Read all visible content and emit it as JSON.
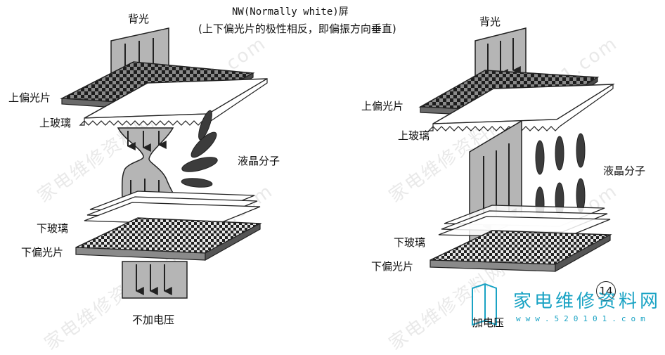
{
  "title_line1": "NW(Normally white)屏",
  "title_line2": "(上下偏光片的极性相反，即偏振方向垂直)",
  "left": {
    "backlight": "背光",
    "upper_polarizer": "上偏光片",
    "upper_glass": "上玻璃",
    "liquid_crystal": "液晶分子",
    "lower_glass": "下玻璃",
    "lower_polarizer": "下偏光片",
    "caption": "不加电压"
  },
  "right": {
    "backlight": "背光",
    "upper_polarizer": "上偏光片",
    "upper_glass": "上玻璃",
    "liquid_crystal": "液晶分子",
    "lower_glass": "下玻璃",
    "lower_polarizer": "下偏光片",
    "caption": "加电压"
  },
  "figure_number": "14",
  "watermark": {
    "site_name": "家电维修资料网",
    "site_url": "www.520101.com",
    "diagonal_text": "家电维修资料网 520101.com"
  },
  "colors": {
    "ink": "#222222",
    "plate_fill": "#8a8a8a",
    "light_fill": "#b5b5b5",
    "watermark": "#1aa3c4"
  }
}
